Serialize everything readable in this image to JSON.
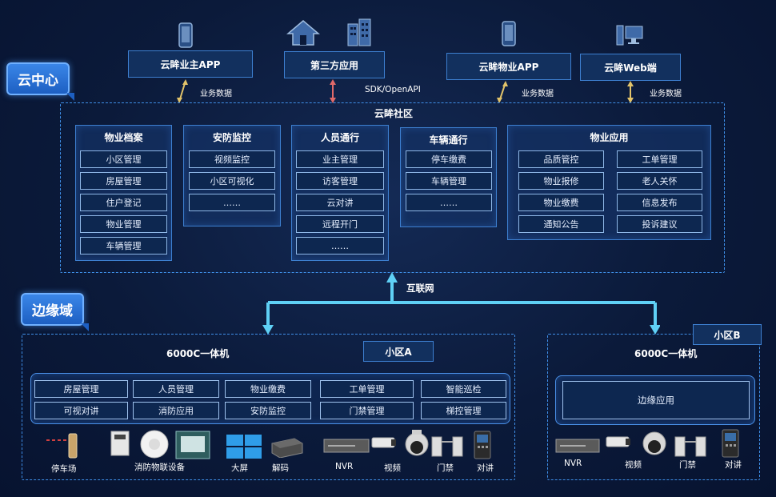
{
  "zones": {
    "cloud": "云中心",
    "edge": "边缘域"
  },
  "apps": [
    {
      "label": "云眸业主APP",
      "link_label": "业务数据",
      "icon": "mobile-icon"
    },
    {
      "label": "第三方应用",
      "link_label": "SDK/OpenAPI",
      "icon": "building-icon"
    },
    {
      "label": "云眸物业APP",
      "link_label": "业务数据",
      "icon": "mobile-icon"
    },
    {
      "label": "云眸Web端",
      "link_label": "业务数据",
      "icon": "desktop-icon"
    }
  ],
  "community": {
    "title": "云眸社区",
    "categories": [
      {
        "title": "物业档案",
        "items": [
          "小区管理",
          "房屋管理",
          "住户登记",
          "物业管理",
          "车辆管理"
        ]
      },
      {
        "title": "安防监控",
        "items": [
          "视频监控",
          "小区可视化",
          "……"
        ]
      },
      {
        "title": "人员通行",
        "items": [
          "业主管理",
          "访客管理",
          "云对讲",
          "远程开门",
          "……"
        ]
      },
      {
        "title": "车辆通行",
        "items": [
          "停车缴费",
          "车辆管理",
          "……"
        ]
      },
      {
        "title": "物业应用",
        "items": [
          "品质管控",
          "工单管理",
          "物业报修",
          "老人关怀",
          "物业缴费",
          "信息发布",
          "通知公告",
          "投诉建议"
        ]
      }
    ]
  },
  "internet_label": "互联网",
  "site_a": {
    "tag": "小区A",
    "title": "6000C一体机",
    "modules": [
      "房屋管理",
      "人员管理",
      "物业缴费",
      "工单管理",
      "智能巡检",
      "可视对讲",
      "消防应用",
      "安防监控",
      "门禁管理",
      "梯控管理"
    ],
    "devices": [
      "停车场",
      "消防物联设备",
      "大屏",
      "解码",
      "NVR",
      "视频",
      "门禁",
      "对讲"
    ]
  },
  "site_b": {
    "tag": "小区B",
    "title": "6000C一体机",
    "module": "边缘应用",
    "devices": [
      "NVR",
      "视频",
      "门禁",
      "对讲"
    ]
  },
  "colors": {
    "accent": "#3f8fe8",
    "link_arrow": "#e2c36a",
    "sdk_arrow": "#e06a6a",
    "internet_arrow": "#5fd0f5"
  }
}
